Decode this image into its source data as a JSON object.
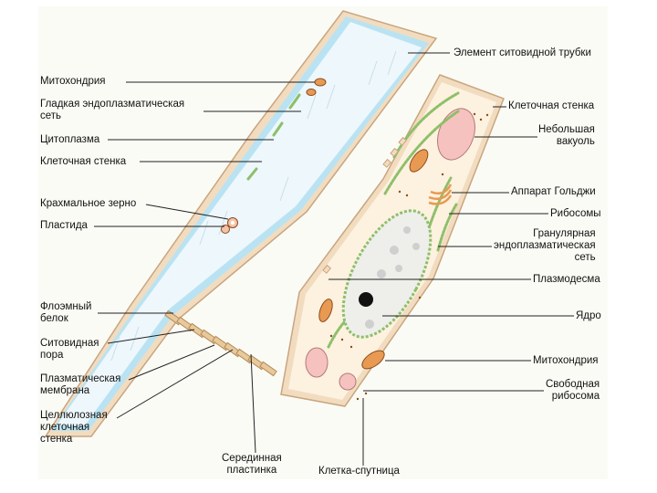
{
  "colors": {
    "background": "#fbfbf6",
    "sieve_tube_lumen": "#eef7fb",
    "cytoplasm_rim": "#b9e3f2",
    "cell_wall": "#f2dcc0",
    "cell_wall_edge": "#c9a57e",
    "companion_cytoplasm": "#fdf1df",
    "vacuole": "#f6c2c0",
    "mitochondria": "#e89a52",
    "er": "#8dbf6a",
    "nucleus": "#eeeeea",
    "nucleolus": "#111111",
    "leader_line": "#222222"
  },
  "labels_left": {
    "mitochondrion": "Митохондрия",
    "smooth_er": "Гладкая эндоплазматическая\nсеть",
    "cytoplasm": "Цитоплазма",
    "cell_wall": "Клеточная стенка",
    "starch_grain": "Крахмальное зерно",
    "plastid": "Пластида",
    "phloem_protein": "Флоэмный\nбелок",
    "sieve_pore": "Ситовидная\nпора",
    "plasma_membrane": "Плазматическая\nмембрана",
    "cellulose_wall": "Целлюлозная\nклеточная\nстенка"
  },
  "labels_right": {
    "sieve_tube_element": "Элемент ситовидной трубки",
    "cell_wall": "Клеточная стенка",
    "small_vacuole": "Небольшая\nвакуоль",
    "golgi": "Аппарат Гольджи",
    "ribosomes": "Рибосомы",
    "rough_er": "Гранулярная\nэндоплазматическая\nсеть",
    "plasmodesma": "Плазмодесма",
    "nucleus": "Ядро",
    "mitochondrion": "Митохондрия",
    "free_ribosome": "Свободная\nрибосома"
  },
  "labels_bottom": {
    "middle_lamella": "Серединная\nпластинка",
    "companion_cell": "Клетка-спутница"
  }
}
